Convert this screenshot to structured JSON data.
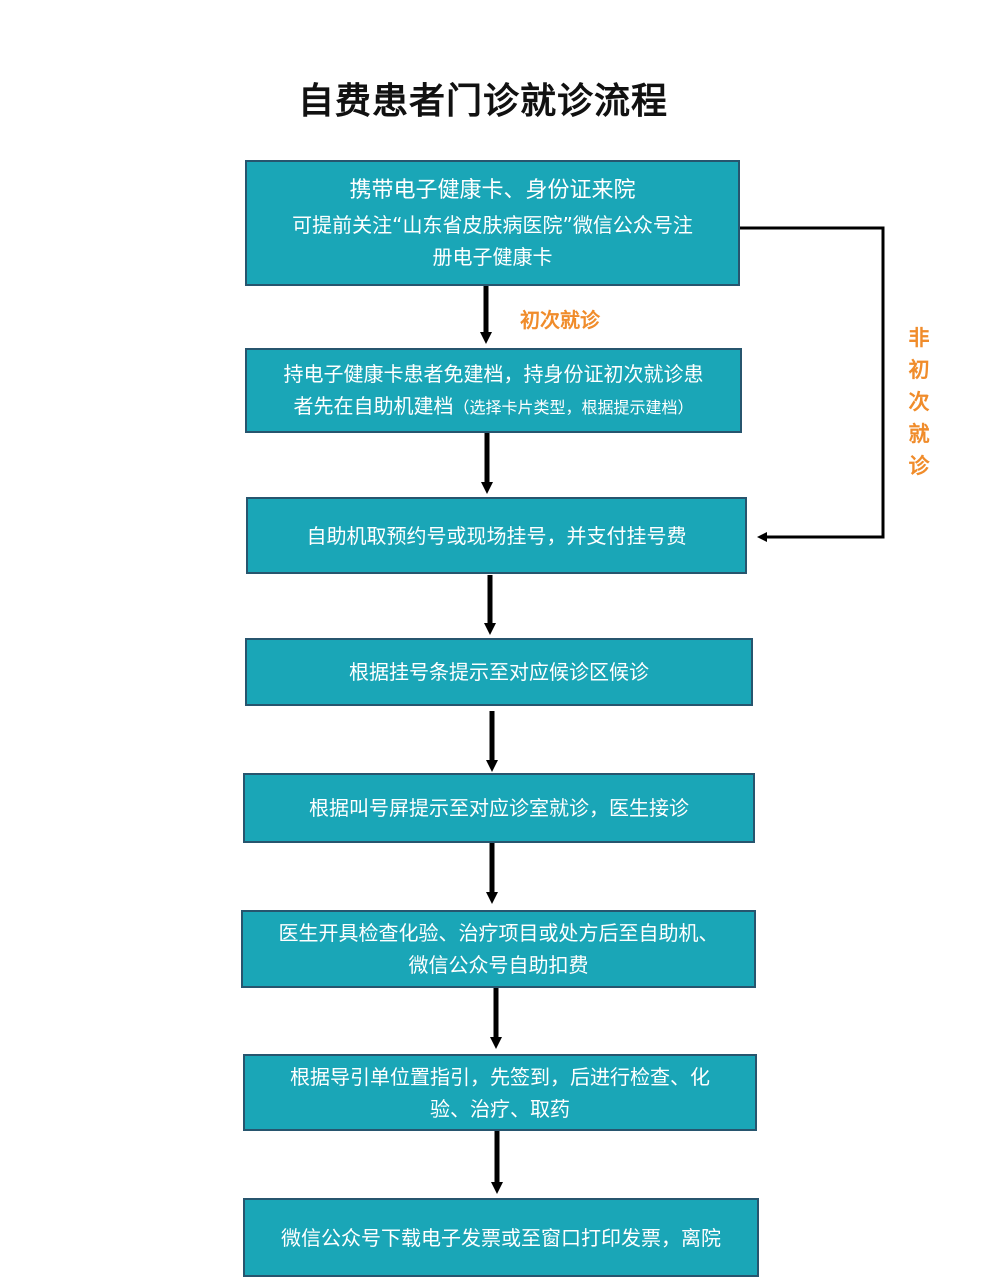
{
  "title": "自费患者门诊就诊流程",
  "steps": [
    {
      "line1": "携带电子健康卡、身份证来院",
      "line2": "可提前关注“山东省皮肤病医院”微信公众号注",
      "line3": "册电子健康卡"
    },
    {
      "line1": "持电子健康卡患者免建档，持身份证初次就诊患",
      "line2": "者先在自助机建档",
      "line2_note": "（选择卡片类型，根据提示建档）"
    },
    {
      "line1": "自助机取预约号或现场挂号，并支付挂号费"
    },
    {
      "line1": "根据挂号条提示至对应候诊区候诊"
    },
    {
      "line1": "根据叫号屏提示至对应诊室就诊，医生接诊"
    },
    {
      "line1": "医生开具检查化验、治疗项目或处方后至自助机、",
      "line2": "微信公众号自助扣费"
    },
    {
      "line1": "根据导引单位置指引，先签到，后进行检查、化",
      "line2": "验、治疗、取药"
    },
    {
      "line1": "微信公众号下载电子发票或至窗口打印发票，离院"
    }
  ],
  "labels": {
    "first_visit": "初次就诊",
    "non_first_visit": [
      "非",
      "初",
      "次",
      "就",
      "诊"
    ]
  },
  "colors": {
    "box_fill": "#1aa6b7",
    "box_border": "#27556e",
    "label": "#f08c2b",
    "arrow": "#000000"
  }
}
